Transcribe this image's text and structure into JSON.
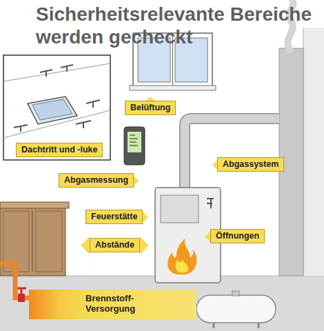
{
  "diagram": {
    "title": "Sicherheitsrelevante Bereiche werden gecheckt",
    "nodes": [
      {
        "text": [
          "Belüftung"
        ]
      },
      {
        "text": [
          "Dachtritt und -luke"
        ]
      },
      {
        "text": [
          "Abgassystem"
        ]
      },
      {
        "text": [
          "Abgasmessung"
        ]
      },
      {
        "text": [
          "Feuerstätte"
        ]
      },
      {
        "text": [
          "Öffnungen"
        ]
      },
      {
        "text": [
          "Abstände"
        ]
      },
      {
        "text": [
          "Brennstoff- Versorgung"
        ]
      }
    ]
  }
}
